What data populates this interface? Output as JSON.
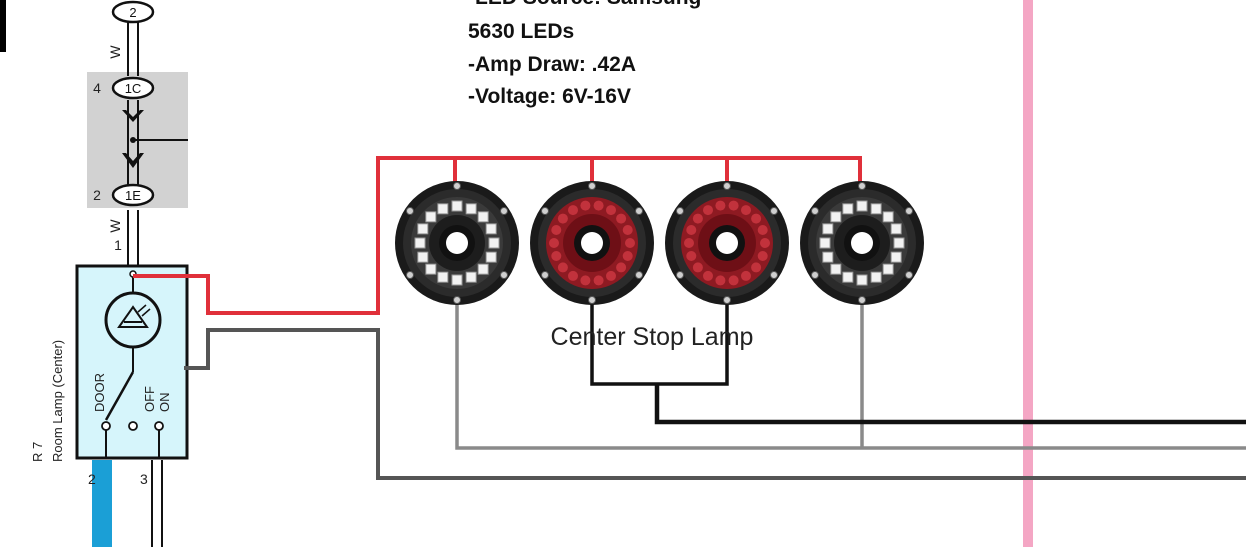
{
  "specs": {
    "line1": "-LED Source: Samsung",
    "line2": "5630 LEDs",
    "line3": "-Amp Draw: .42A",
    "line4": "-Voltage: 6V-16V"
  },
  "connectors": {
    "top": "2",
    "c1_pin": "4",
    "c1_label": "1C",
    "e1_pin": "2",
    "e1_label": "1E"
  },
  "wires": {
    "w_upper": "W",
    "w_lower": "W",
    "pin_one": "1",
    "pin_two": "2",
    "pin_three": "3"
  },
  "room_lamp": {
    "ref": "R 7",
    "name": "Room Lamp (Center)",
    "switch_door": "DOOR",
    "switch_off": "OFF",
    "switch_on": "ON"
  },
  "stop_lamp": {
    "caption": "Center Stop Lamp",
    "lamps": [
      "white",
      "red",
      "red",
      "white"
    ]
  },
  "colors": {
    "positive_wire": "#e0303a",
    "ground_wire": "#111111",
    "signal_wire": "#777777",
    "pink_line": "#f4a6c4",
    "blue_wire": "#1b9fd6",
    "lamp_box": "#d6f5fb",
    "connector_shade": "#d2d2d2"
  }
}
